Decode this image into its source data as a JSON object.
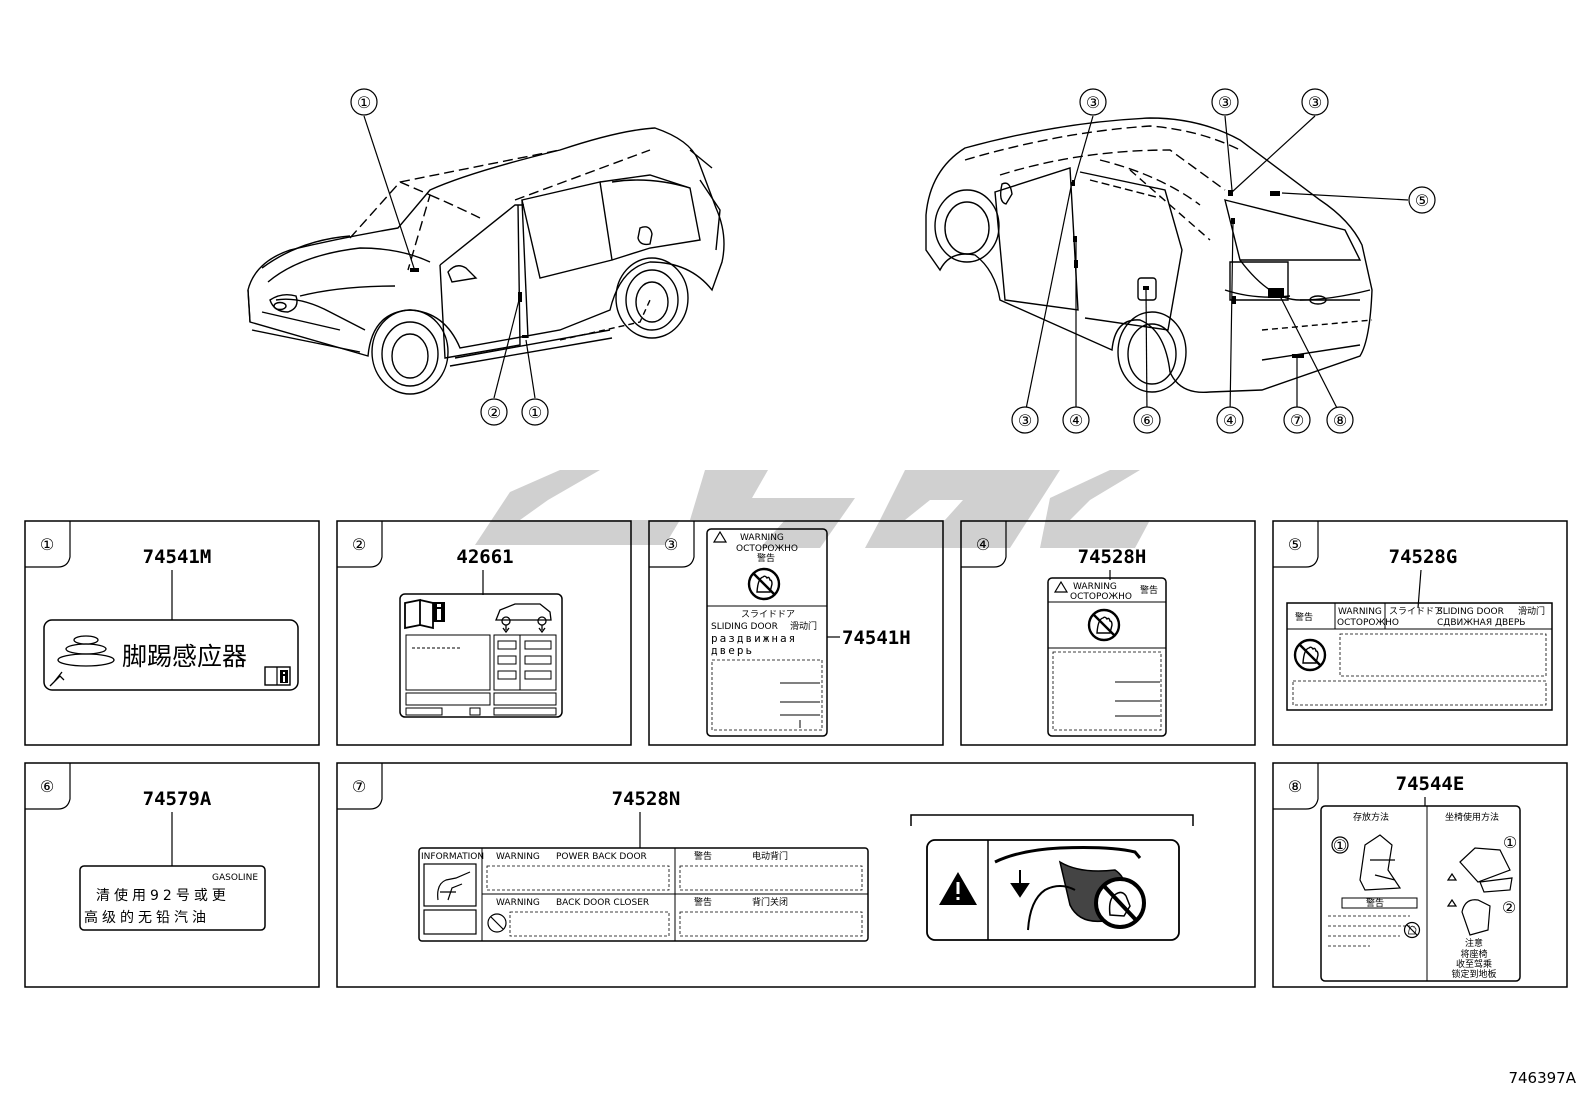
{
  "figure_id": "746397A",
  "callouts": {
    "c1": "①",
    "c2": "②",
    "c3": "③",
    "c4": "④",
    "c5": "⑤",
    "c6": "⑥",
    "c7": "⑦",
    "c8": "⑧"
  },
  "panels": {
    "p1": {
      "part": "74541M",
      "label_text": "脚踢感应器"
    },
    "p2": {
      "part": "42661"
    },
    "p3": {
      "part": "74541H",
      "warning": "WARNING",
      "warning_ru": "ОСТОРОЖНО",
      "warning_jp": "警告",
      "title_jp": "スライドドア",
      "title_en": "SLIDING DOOR",
      "title_cn": "滑动门",
      "title_ru_1": "раздвижная",
      "title_ru_2": "дверь"
    },
    "p4": {
      "part": "74528H",
      "warning": "WARNING",
      "warning_ru": "ОСТОРОЖНО",
      "warning_jp": "警告"
    },
    "p5": {
      "part": "74528G",
      "warning_jp": "警告",
      "warning": "WARNING",
      "warning_ru": "ОСТОРОЖНО",
      "title_jp": "スライドドア",
      "title_en": "SLIDING DOOR",
      "title_cn": "滑动门",
      "title_ru": "СДВИЖНАЯ ДВЕРЬ"
    },
    "p6": {
      "part": "74579A",
      "fuel": "GASOLINE",
      "line1": "清使用92号或更",
      "line2": "高级的无铅汽油"
    },
    "p7": {
      "part": "74528N",
      "information": "INFORMATION",
      "warning_1": "WARNING",
      "title_1": "POWER BACK DOOR",
      "jp_1": "警告",
      "cn_1": "电动背门",
      "warning_2": "WARNING",
      "title_2": "BACK DOOR CLOSER",
      "jp_2": "警告",
      "cn_2": "背门关闭"
    },
    "p8": {
      "part": "74544E",
      "storage": "存放方法",
      "use": "坐椅使用方法",
      "warn": "警告",
      "caution": "注意",
      "note_1": "将座椅",
      "note_2": "收至驾乘",
      "note_3": "锁定到地板"
    }
  },
  "colors": {
    "line": "#000000",
    "watermark": "#c8c8c8"
  }
}
